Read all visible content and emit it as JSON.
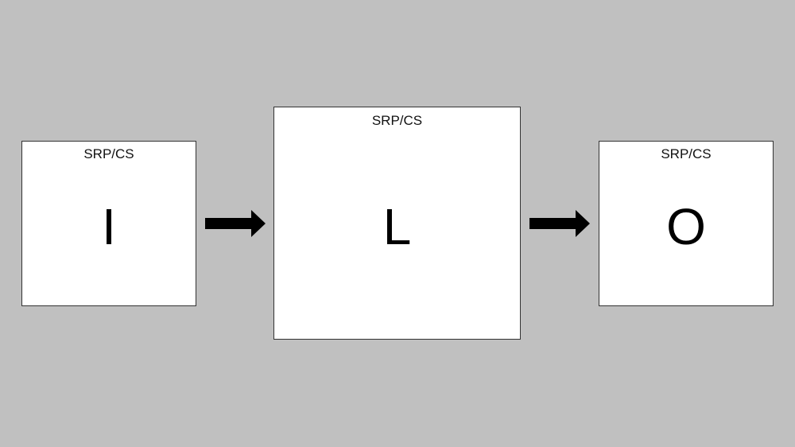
{
  "diagram": {
    "boxes": [
      {
        "caption": "SRP/CS",
        "letter": "I"
      },
      {
        "caption": "SRP/CS",
        "letter": "L"
      },
      {
        "caption": "SRP/CS",
        "letter": "O"
      }
    ],
    "colors": {
      "background": "#c0c0c0",
      "box_fill": "#ffffff",
      "arrow": "#000000"
    }
  }
}
